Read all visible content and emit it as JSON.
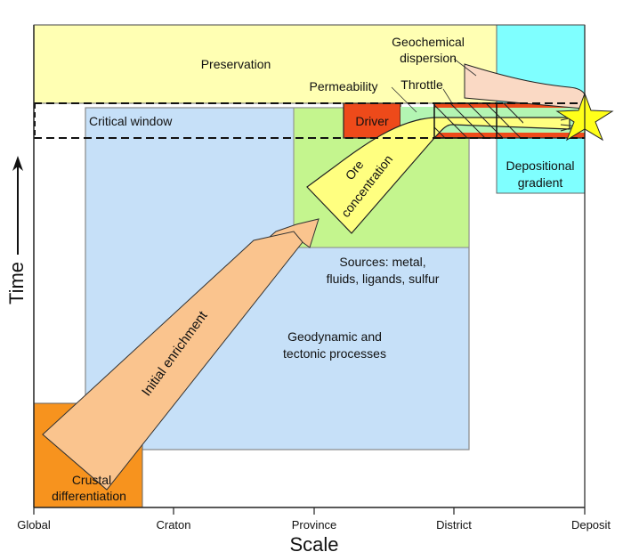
{
  "diagram": {
    "x_axis": {
      "label": "Scale",
      "ticks": [
        "Global",
        "Craton",
        "Province",
        "District",
        "Deposit"
      ]
    },
    "y_axis": {
      "label": "Time",
      "arrow": "up-arrow"
    },
    "regions": {
      "preservation": {
        "label": "Preservation",
        "color": "#FFFFB3"
      },
      "depositional_gradient": {
        "label_line1": "Depositional",
        "label_line2": "gradient",
        "color": "#7FFFFF"
      },
      "geodynamic": {
        "label_line1": "Geodynamic and",
        "label_line2": "tectonic processes",
        "color": "#C6E0F8"
      },
      "sources": {
        "label_line1": "Sources: metal,",
        "label_line2": "fluids, ligands, sulfur",
        "color": "#C4F58E"
      },
      "crustal": {
        "label_line1": "Crustal",
        "label_line2": "differentiation",
        "color": "#F7931E"
      },
      "critical_window": {
        "label": "Critical window"
      },
      "driver": {
        "label": "Driver",
        "color": "#EE4A1A"
      },
      "permeability": {
        "label": "Permeability",
        "color": "#B3F5B3"
      },
      "throttle": {
        "label": "Throttle"
      },
      "geochemical_dispersion": {
        "label_line1": "Geochemical",
        "label_line2": "dispersion",
        "color": "#FAD9C4"
      }
    },
    "arrows": {
      "initial_enrichment": {
        "label": "Initial enrichment",
        "color": "#FAC48E"
      },
      "ore_concentration": {
        "label_line1": "Ore",
        "label_line2": "concentration",
        "color": "#FFFF80"
      }
    },
    "star": {
      "name": "deposit-star",
      "color": "#FFFF1A"
    }
  }
}
